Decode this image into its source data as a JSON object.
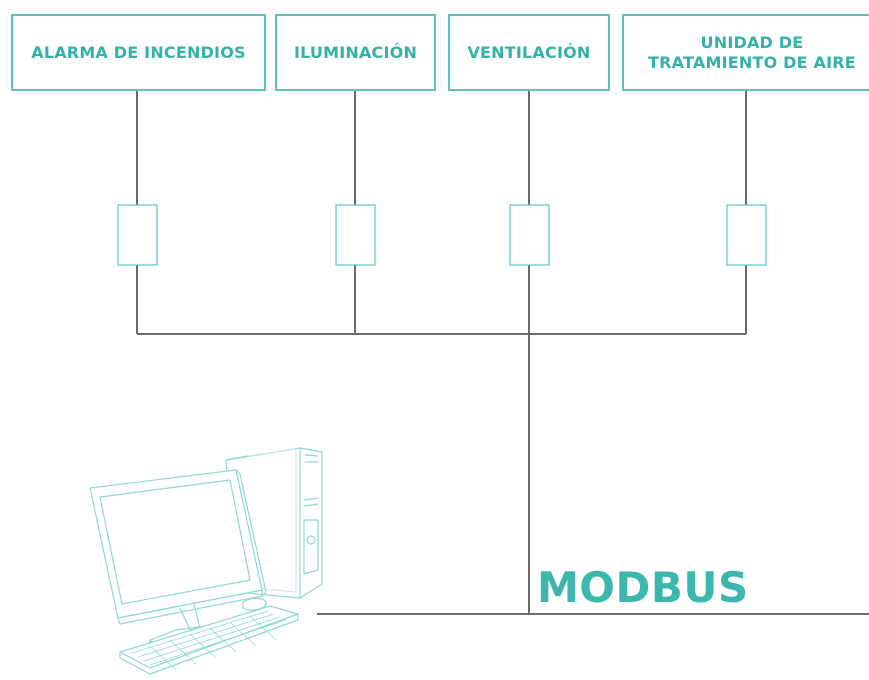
{
  "devices": [
    {
      "id": "fire",
      "label": "ALARMA DE INCENDIOS"
    },
    {
      "id": "light",
      "label": "ILUMINACIÓN"
    },
    {
      "id": "vent",
      "label": "VENTILACIÓN"
    },
    {
      "id": "ahu",
      "label_line1": "UNIDAD DE",
      "label_line2": "TRATAMIENTO DE AIRE"
    }
  ],
  "bus": {
    "label": "MODBUS"
  },
  "colors": {
    "accent": "#35b1a8",
    "box_border": "#5cc4bd",
    "line": "#6b6b6b",
    "computer_outline": "#8fd8d2"
  },
  "icons": {
    "gateway": "gateway-module-icon",
    "computer": "desktop-computer-icon"
  }
}
